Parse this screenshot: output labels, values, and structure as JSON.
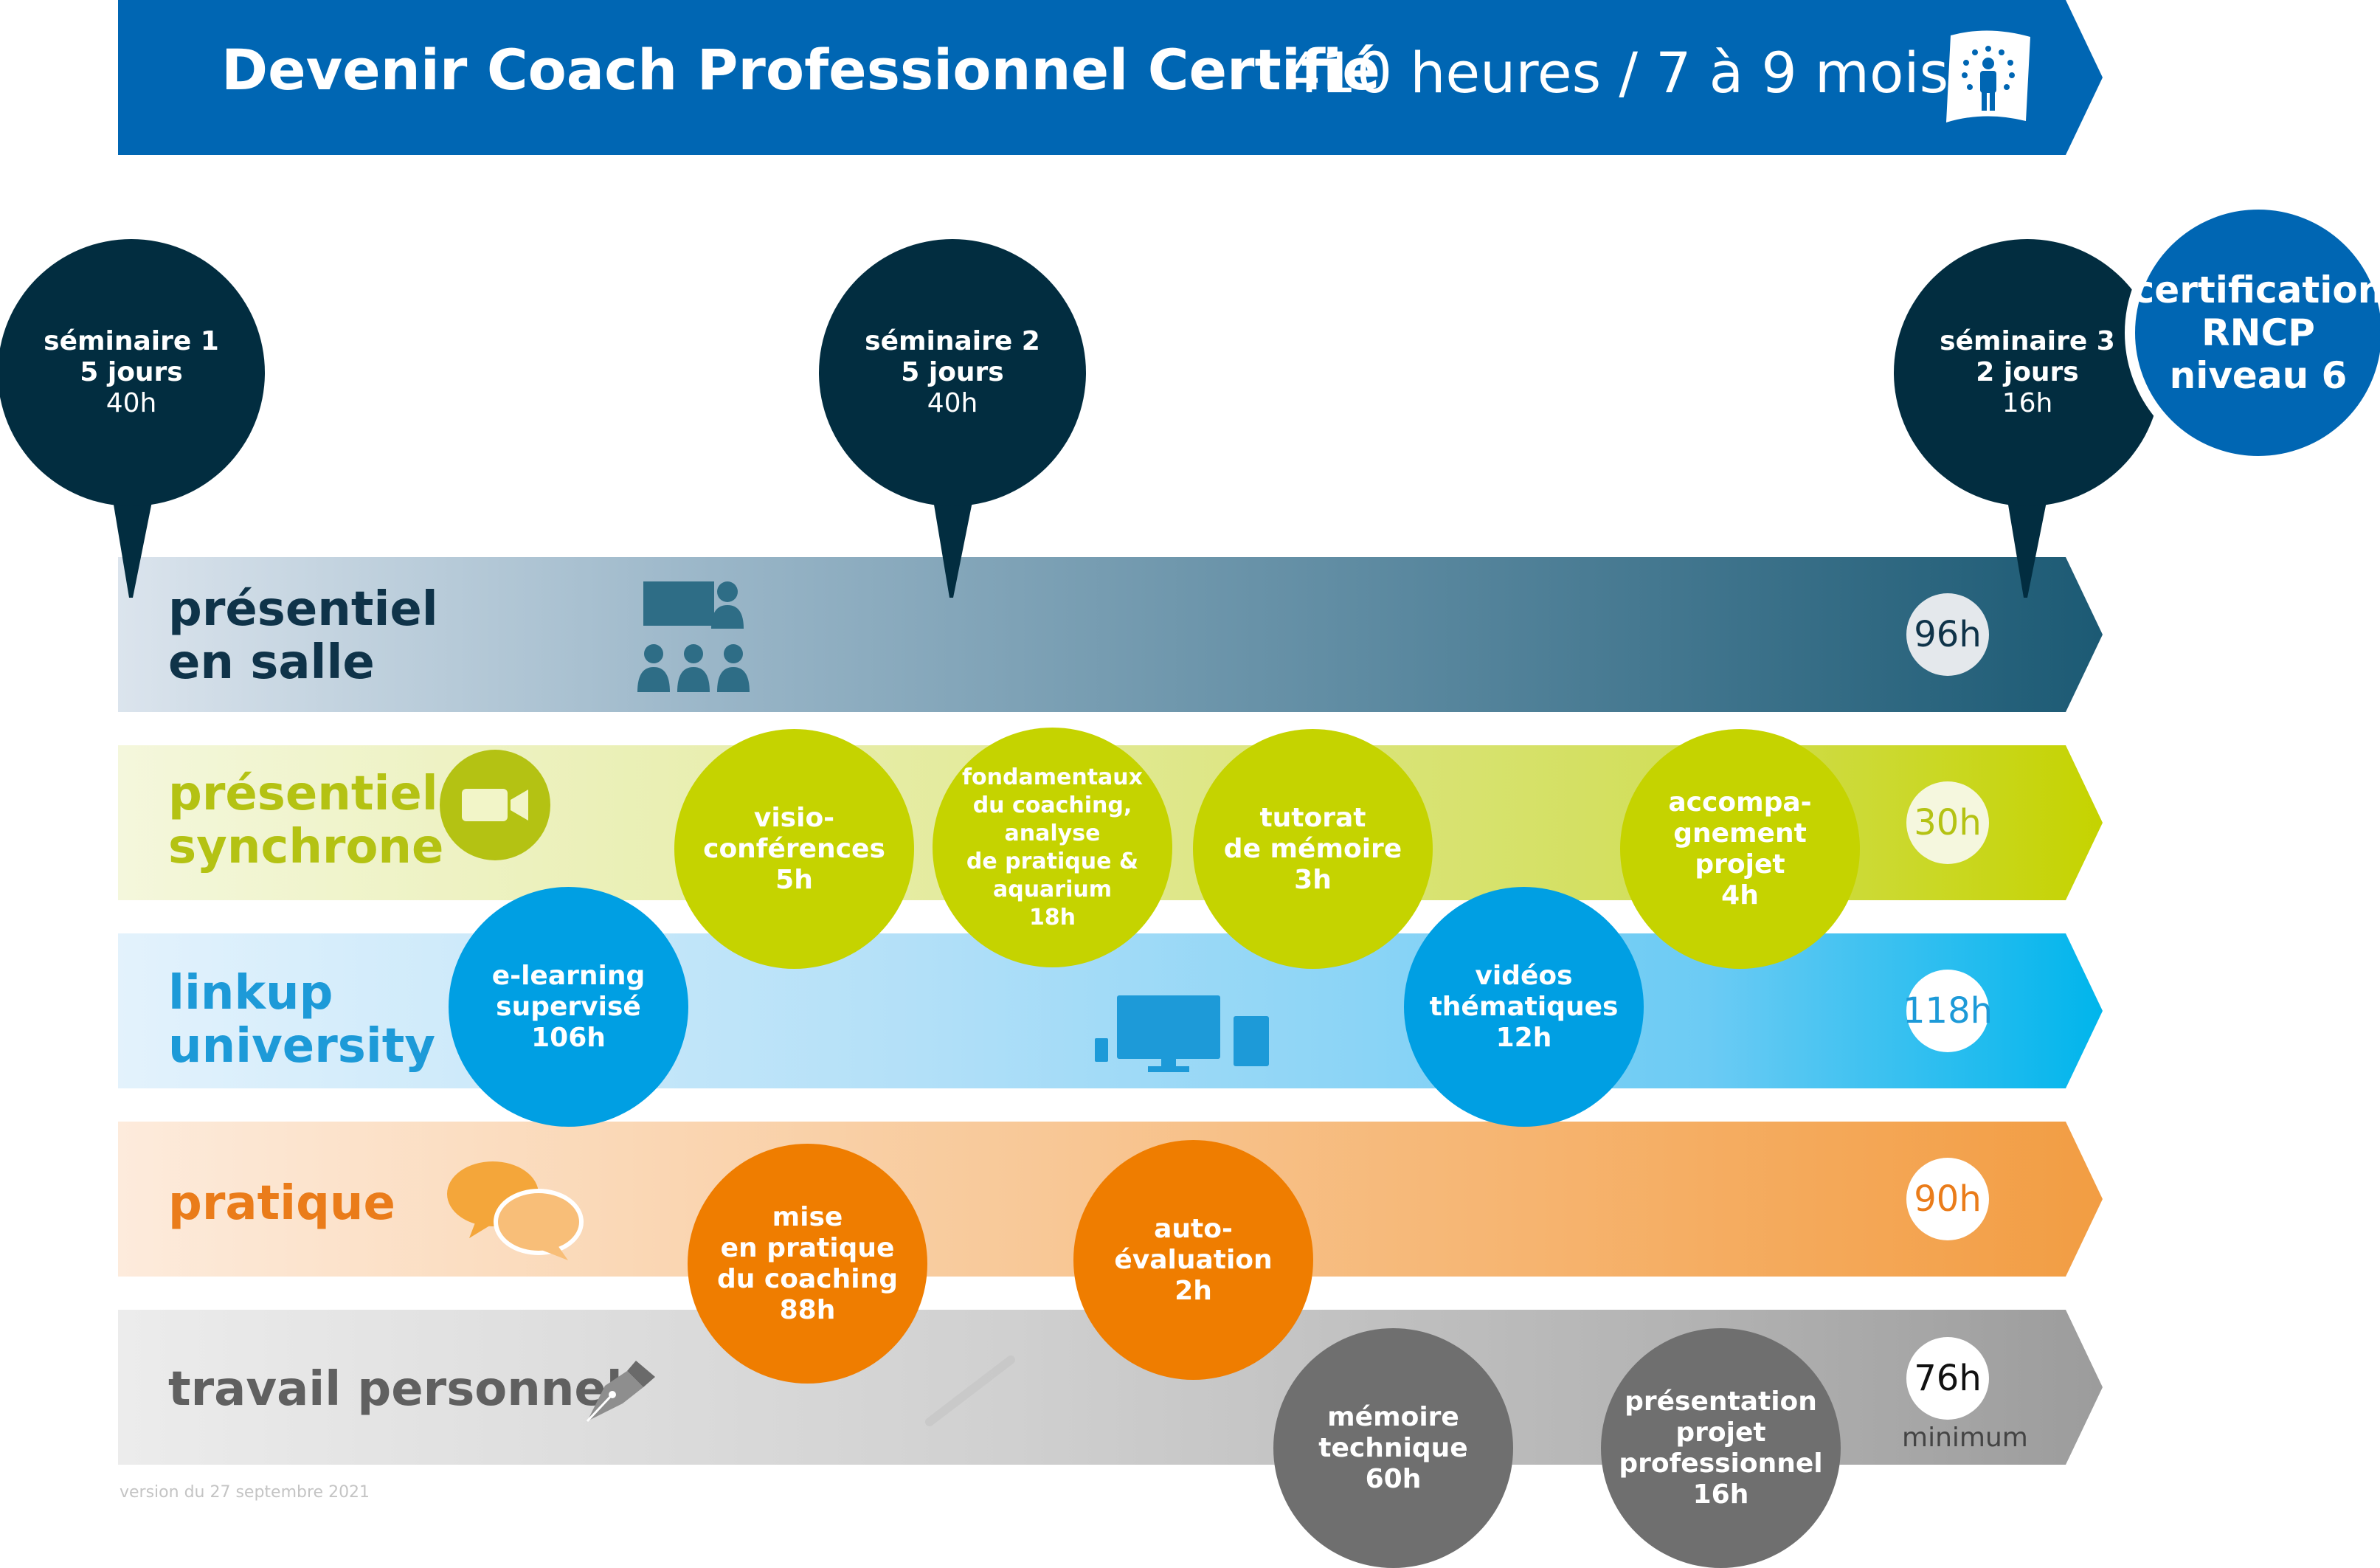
{
  "header": {
    "title": "Devenir Coach Professionnel Certifié",
    "subtitle": "410 heures / 7 à 9 mois",
    "colors": {
      "background": "#0066b3",
      "text": "#ffffff"
    },
    "logo": "eu-flag-person-icon"
  },
  "seminars": [
    {
      "label": "séminaire 1",
      "duration": "5 jours",
      "hours": "40h"
    },
    {
      "label": "séminaire 2",
      "duration": "5 jours",
      "hours": "40h"
    },
    {
      "label": "séminaire 3",
      "duration": "2 jours",
      "hours": "16h"
    }
  ],
  "certification": {
    "line1": "certification",
    "line2": "RNCP",
    "line3": "niveau 6"
  },
  "bands": [
    {
      "line1": "présentiel",
      "line2": "en salle",
      "total": "96h",
      "color": "#0f3349",
      "icon": "classroom-icon"
    },
    {
      "line1": "présentiel",
      "line2": "synchrone",
      "total": "30h",
      "color": "#b4c213",
      "icon": "video-camera-icon"
    },
    {
      "line1": "linkup",
      "line2": "university",
      "total": "118h",
      "color": "#1d9ad8",
      "icon": "devices-icon"
    },
    {
      "line1": "pratique",
      "total": "90h",
      "color": "#ea7c1a",
      "icon": "speech-bubbles-icon"
    },
    {
      "line1": "travail personnel",
      "total": "76h",
      "note": "minimum",
      "color": "#606060",
      "icon": "fountain-pen-icon"
    }
  ],
  "activities": {
    "visio": {
      "l1": "visio-",
      "l2": "conférences",
      "h": "5h"
    },
    "fondamentaux": {
      "l1": "fondamentaux",
      "l2": "du coaching,",
      "l3": "analyse",
      "l4": "de pratique &",
      "l5": "aquarium",
      "h": "18h"
    },
    "tutorat": {
      "l1": "tutorat",
      "l2": "de mémoire",
      "h": "3h"
    },
    "accompagnement": {
      "l1": "accompa-",
      "l2": "gnement",
      "l3": "projet",
      "h": "4h"
    },
    "elearning": {
      "l1": "e-learning",
      "l2": "supervisé",
      "h": "106h"
    },
    "videos": {
      "l1": "vidéos",
      "l2": "thématiques",
      "h": "12h"
    },
    "mise_en_pratique": {
      "l1": "mise",
      "l2": "en pratique",
      "l3": "du coaching",
      "h": "88h"
    },
    "auto_evaluation": {
      "l1": "auto-",
      "l2": "évaluation",
      "h": "2h"
    },
    "memoire": {
      "l1": "mémoire",
      "l2": "technique",
      "h": "60h"
    },
    "presentation": {
      "l1": "présentation",
      "l2": "projet",
      "l3": "professionnel",
      "h": "16h"
    }
  },
  "footer": {
    "version": "version du 27 septembre 2021"
  }
}
